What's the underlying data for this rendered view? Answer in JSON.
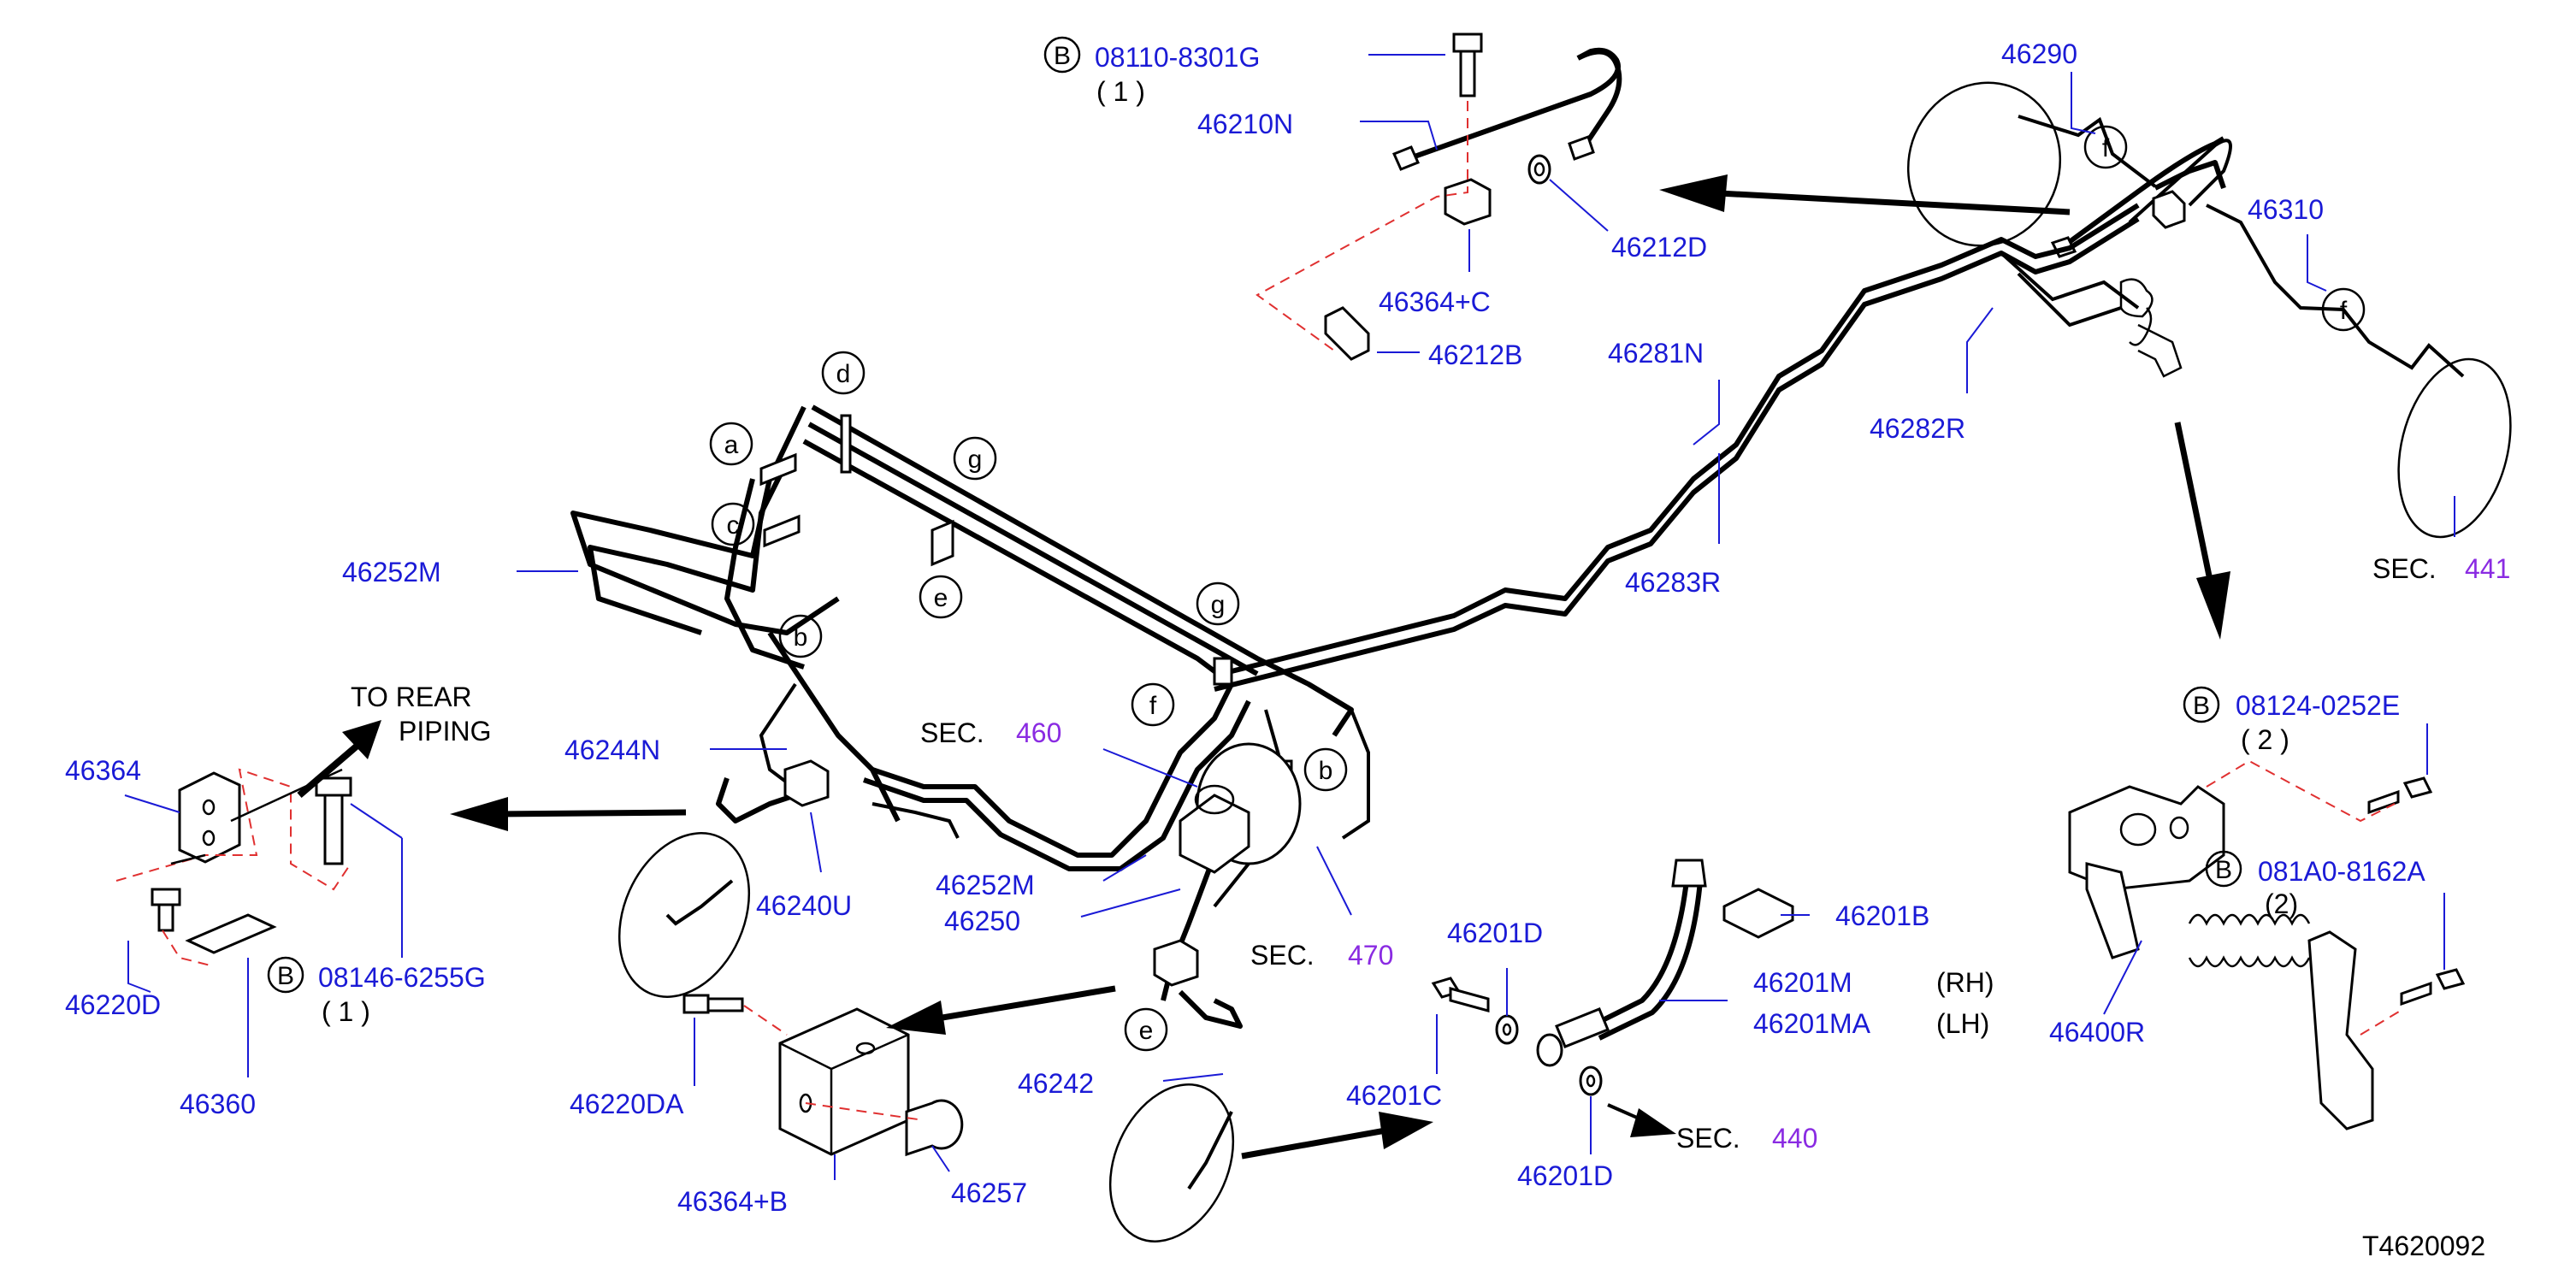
{
  "colors": {
    "part_number": "#1a1ad6",
    "section_ref": "#8a2be2",
    "line": "#000000",
    "dash": "#e03030"
  },
  "diagram_id": "T4620092",
  "labels": {
    "p08110": "08110-8301G",
    "q1a": "( 1 )",
    "p46210N": "46210N",
    "p46212D": "46212D",
    "p46364C": "46364+C",
    "p46212B": "46212B",
    "p46290": "46290",
    "p46310": "46310",
    "p46281N": "46281N",
    "p46282R": "46282R",
    "p46283R": "46283R",
    "p46252M_a": "46252M",
    "p46244N": "46244N",
    "p46364": "46364",
    "p46240U": "46240U",
    "p46252M_b": "46252M",
    "p46250": "46250",
    "p46220D": "46220D",
    "p08146": "08146-6255G",
    "q1b": "( 1 )",
    "p46360": "46360",
    "p46220DA": "46220DA",
    "p46364B": "46364+B",
    "p46257": "46257",
    "p46242": "46242",
    "p46201D_a": "46201D",
    "p46201B": "46201B",
    "p46201M": "46201M",
    "p46201MA": "46201MA",
    "rh": "(RH)",
    "lh": "(LH)",
    "p46201C": "46201C",
    "p46201D_b": "46201D",
    "p08124": "08124-0252E",
    "q2a": "( 2 )",
    "p081A0": "081A0-8162A",
    "q2b": "(2)",
    "p46400R": "46400R"
  },
  "texts": {
    "to_rear_1": "TO REAR",
    "to_rear_2": "PIPING",
    "sec": "SEC.",
    "sec441": "441",
    "sec460": "460",
    "sec470": "470",
    "sec440": "440"
  },
  "callouts": {
    "a": "a",
    "b": "b",
    "c": "c",
    "d": "d",
    "e": "e",
    "f": "f",
    "g": "g",
    "B": "B"
  }
}
